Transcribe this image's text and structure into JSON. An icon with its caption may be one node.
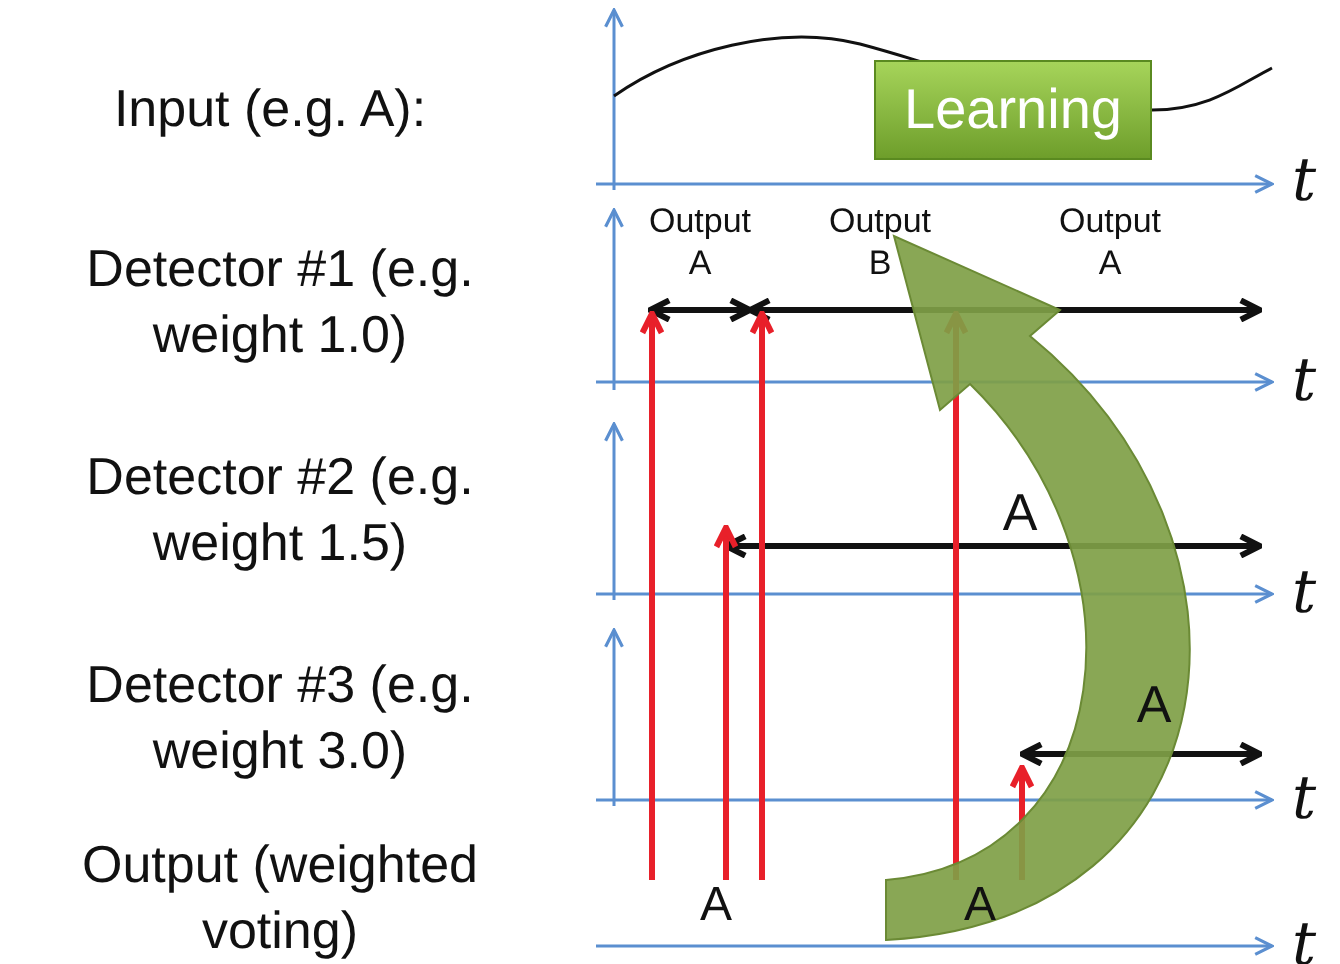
{
  "diagram": {
    "nodes": [
      {
        "text": [
          "Learning"
        ]
      }
    ],
    "edges": [],
    "labels": [
      "Input (e.g. A):",
      "t",
      "Output A",
      "Output B",
      "Output A",
      "Detector #1 (e.g. weight 1.0)",
      "t",
      "A",
      "Detector #2 (e.g. weight 1.5)",
      "t",
      "A",
      "Detector #3 (e.g. weight 3.0)",
      "t",
      "Output (weighted voting)",
      "A",
      "A",
      "t"
    ]
  }
}
